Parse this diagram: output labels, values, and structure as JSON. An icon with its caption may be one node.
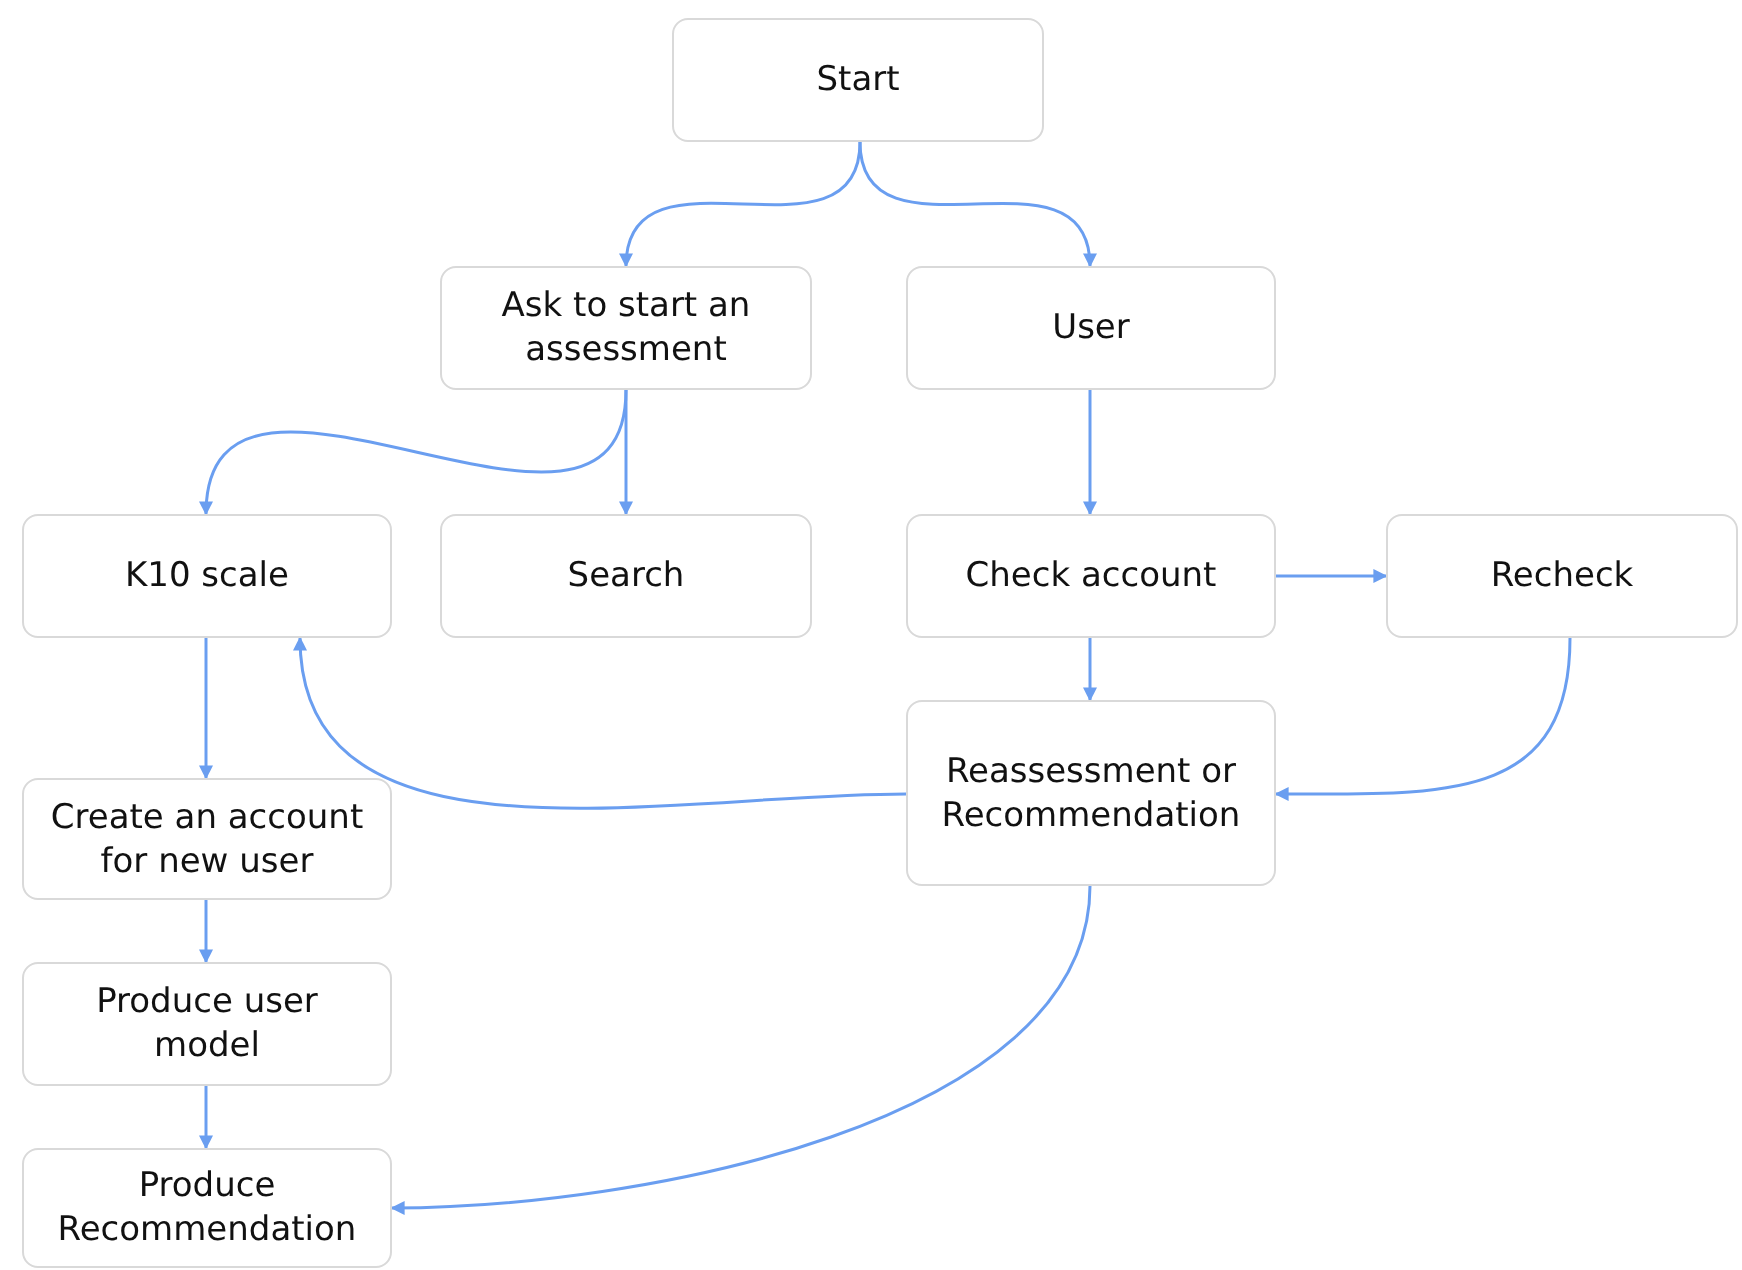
{
  "diagram": {
    "nodes": [
      {
        "text": [
          "Start"
        ]
      },
      {
        "text": [
          "Ask to start an assessment"
        ]
      },
      {
        "text": [
          "User"
        ]
      },
      {
        "text": [
          "K10 scale"
        ]
      },
      {
        "text": [
          "Search"
        ]
      },
      {
        "text": [
          "Check account"
        ]
      },
      {
        "text": [
          "Recheck"
        ]
      },
      {
        "text": [
          "Reassessment or Recommendation"
        ]
      },
      {
        "text": [
          "Create an account for new user"
        ]
      },
      {
        "text": [
          "Produce user model"
        ]
      },
      {
        "text": [
          "Produce Recommendation"
        ]
      }
    ],
    "edges": [
      {
        "from": 0,
        "to": 1,
        "arrow": "to"
      },
      {
        "from": 0,
        "to": 2,
        "arrow": "to"
      },
      {
        "from": 1,
        "to": 3,
        "arrow": "to"
      },
      {
        "from": 1,
        "to": 4,
        "arrow": "to"
      },
      {
        "from": 2,
        "to": 5,
        "arrow": "to"
      },
      {
        "from": 5,
        "to": 6,
        "arrow": "to"
      },
      {
        "from": 5,
        "to": 7,
        "arrow": "to"
      },
      {
        "from": 6,
        "to": 7,
        "arrow": "to"
      },
      {
        "from": 7,
        "to": 3,
        "arrow": "to"
      },
      {
        "from": 3,
        "to": 8,
        "arrow": "to"
      },
      {
        "from": 8,
        "to": 9,
        "arrow": "to"
      },
      {
        "from": 9,
        "to": 10,
        "arrow": "to"
      },
      {
        "from": 7,
        "to": 10,
        "arrow": "to"
      }
    ]
  }
}
